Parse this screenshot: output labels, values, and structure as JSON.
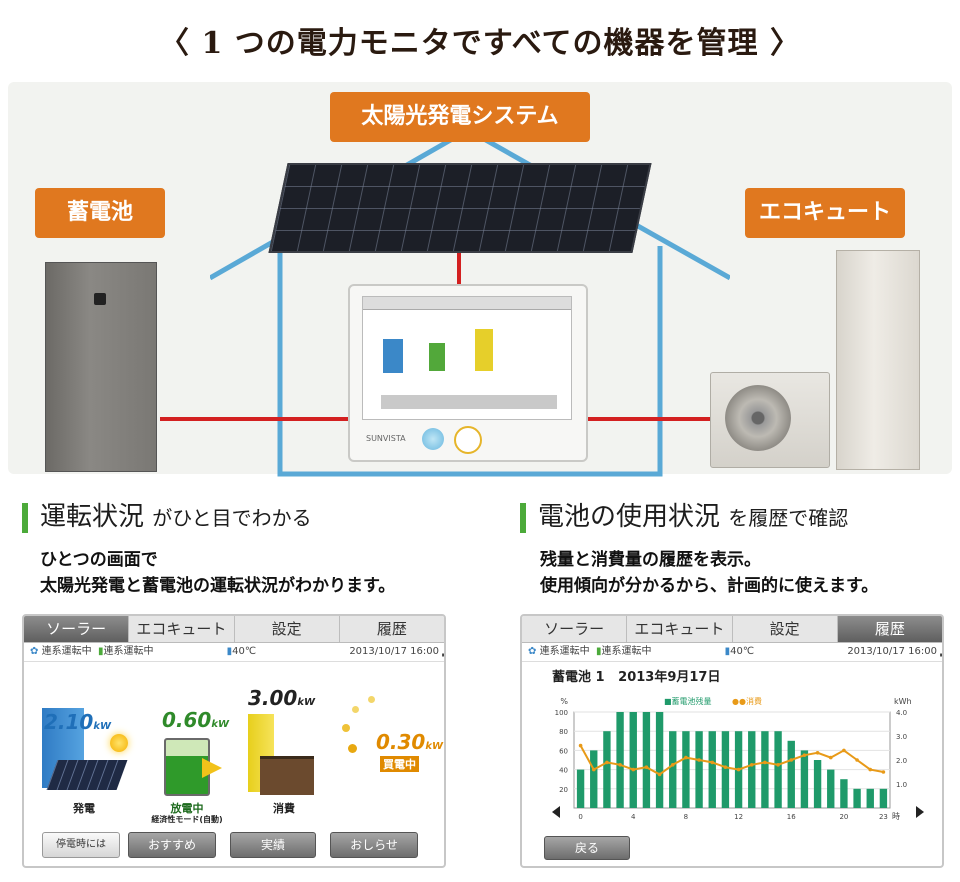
{
  "title": "〈 1 つの電力モニタですべての機器を管理 〉",
  "labels": {
    "solar": "太陽光発電システム",
    "battery": "蓄電池",
    "ecocute": "エコキュート"
  },
  "monitor_brand": "SUNVISTA",
  "left_section": {
    "heading": "運転状況",
    "heading_suffix": "がひと目でわかる",
    "desc_line1": "ひとつの画面で",
    "desc_line2": "太陽光発電と蓄電池の運転状況がわかります。"
  },
  "right_section": {
    "heading": "電池の使用状況",
    "heading_suffix": "を履歴で確認",
    "desc_line1": "残量と消費量の履歴を表示。",
    "desc_line2": "使用傾向が分かるから、計画的に使えます。"
  },
  "tabs": [
    "ソーラー",
    "エコキュート",
    "設定",
    "履歴"
  ],
  "status": {
    "mode1": "連系運転中",
    "mode2": "連系運転中",
    "temp": "40℃",
    "datetime": "2013/10/17 16:00"
  },
  "solar_screen": {
    "gen_value": "2.10",
    "gen_unit": "kW",
    "gen_label": "発電",
    "discharge_value": "0.60",
    "discharge_unit": "kW",
    "discharge_label": "放電中",
    "discharge_sub": "経済性モード(自動)",
    "consume_value": "3.00",
    "consume_unit": "kW",
    "consume_label": "消費",
    "sell_value": "0.30",
    "sell_unit": "kW",
    "sell_label": "買電中",
    "buttons": [
      "停電時には",
      "おすすめ",
      "実績",
      "おしらせ"
    ]
  },
  "history_screen": {
    "title": "蓄電池 1",
    "date": "2013年9月17日",
    "left_unit": "%",
    "right_unit": "kWh",
    "legend_bar": "■蓄電池残量",
    "legend_line": "●●消費",
    "x_unit": "時",
    "back_button": "戻る"
  },
  "colors": {
    "accent_orange": "#e0781f",
    "line_red": "#d32020",
    "section_green": "#4caa3a",
    "bar_green": "#1f9a6a",
    "line_orange": "#e89a18"
  },
  "chart_data": {
    "type": "bar",
    "x": [
      0,
      1,
      2,
      3,
      4,
      5,
      6,
      7,
      8,
      9,
      10,
      11,
      12,
      13,
      14,
      15,
      16,
      17,
      18,
      19,
      20,
      21,
      22,
      23
    ],
    "xticks": [
      0,
      4,
      8,
      12,
      16,
      20,
      23
    ],
    "ylim": [
      0,
      100
    ],
    "yticks": [
      20,
      40,
      60,
      80,
      100
    ],
    "y2lim": [
      0,
      4
    ],
    "y2ticks": [
      "1.0",
      "2.0",
      "3.0",
      "4.0"
    ],
    "series": [
      {
        "name": "蓄電池残量",
        "type": "bar",
        "values": [
          40,
          60,
          80,
          100,
          100,
          100,
          100,
          80,
          80,
          80,
          80,
          80,
          80,
          80,
          80,
          80,
          70,
          60,
          50,
          40,
          30,
          20,
          20,
          20
        ]
      },
      {
        "name": "消費",
        "type": "line",
        "values": [
          2.6,
          1.6,
          1.9,
          1.8,
          1.6,
          1.7,
          1.4,
          1.8,
          2.1,
          2.0,
          1.9,
          1.7,
          1.6,
          1.8,
          1.9,
          1.8,
          2.0,
          2.2,
          2.3,
          2.1,
          2.4,
          2.0,
          1.6,
          1.5
        ]
      }
    ]
  }
}
